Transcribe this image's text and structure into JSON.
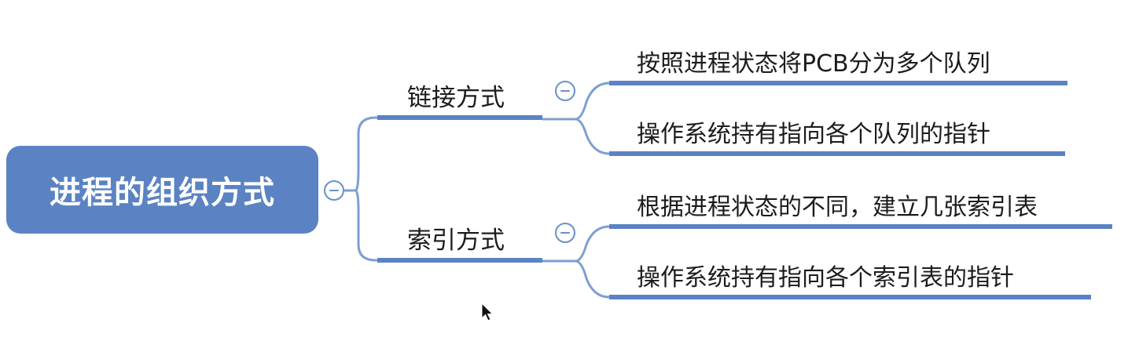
{
  "root": {
    "label": "进程的组织方式"
  },
  "branches": [
    {
      "label": "链接方式",
      "leaves": [
        {
          "label": "按照进程状态将PCB分为多个队列"
        },
        {
          "label": "操作系统持有指向各个队列的指针"
        }
      ]
    },
    {
      "label": "索引方式",
      "leaves": [
        {
          "label": "根据进程状态的不同，建立几张索引表"
        },
        {
          "label": "操作系统持有指向各个索引表的指针"
        }
      ]
    }
  ],
  "colors": {
    "root_fill": "#5b83c3",
    "branch_line": "#5b83c3",
    "connector": "#7d9fd0",
    "collapse_icon": "#6c8fc7"
  },
  "icons": {
    "collapse": "minus-circle-icon",
    "pointer": "mouse-cursor-icon"
  }
}
